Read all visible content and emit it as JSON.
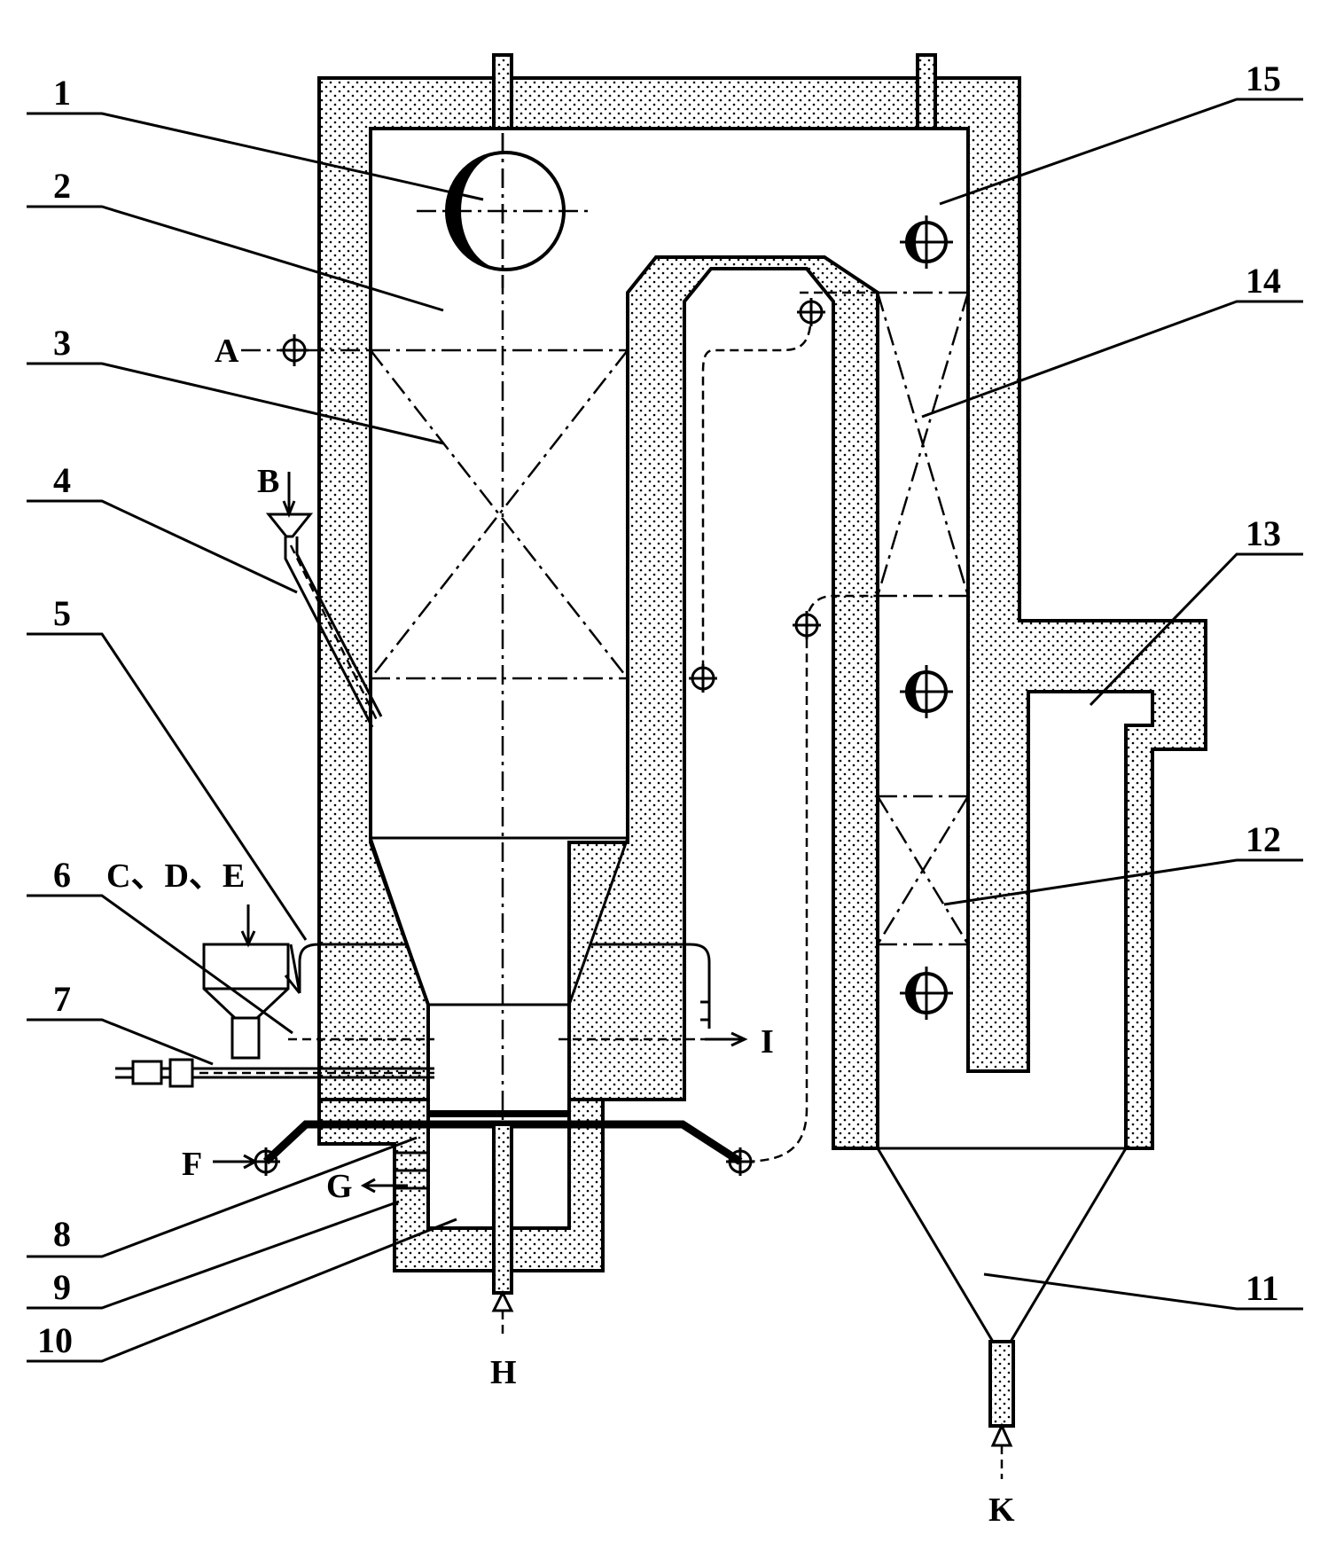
{
  "labels": {
    "n1": "1",
    "n2": "2",
    "n3": "3",
    "n4": "4",
    "n5": "5",
    "n6": "6",
    "n7": "7",
    "n8": "8",
    "n9": "9",
    "n10": "10",
    "n11": "11",
    "n12": "12",
    "n13": "13",
    "n14": "14",
    "n15": "15"
  },
  "streams": {
    "A": "A",
    "B": "B",
    "CDE": "C、D、E",
    "F": "F",
    "G": "G",
    "H": "H",
    "I": "I",
    "K": "K"
  },
  "colors": {
    "line": "#000000",
    "background": "#ffffff",
    "insulation_dots": "#000000"
  }
}
